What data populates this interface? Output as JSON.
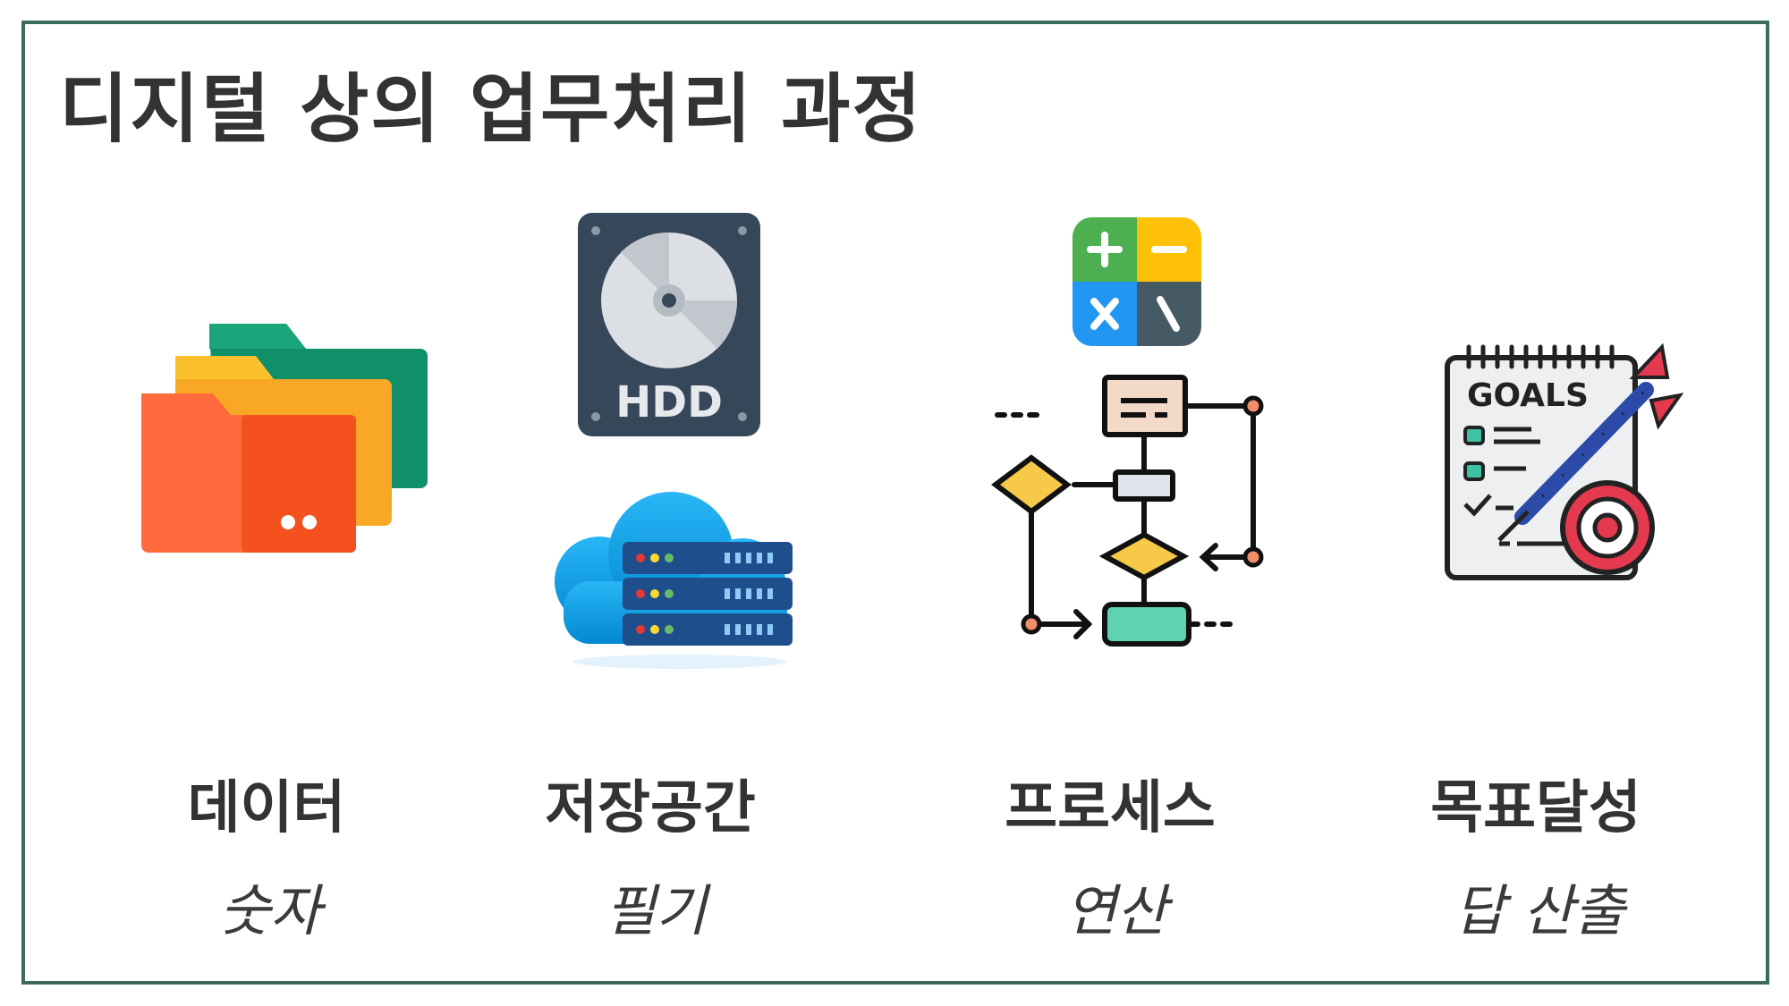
{
  "title": "디지털 상의 업무처리 과정",
  "columns": [
    {
      "label": "데이터",
      "sub": "숫자"
    },
    {
      "label": "저장공간",
      "sub": "필기"
    },
    {
      "label": "프로세스",
      "sub": "연산"
    },
    {
      "label": "목표달성",
      "sub": "답 산출"
    }
  ],
  "icon_text": {
    "hdd": "HDD",
    "goals": "GOALS"
  },
  "colors": {
    "border": "#3b6b5a",
    "text": "#333333",
    "accent_green": "#1e9e6e",
    "accent_red": "#f4511e"
  }
}
